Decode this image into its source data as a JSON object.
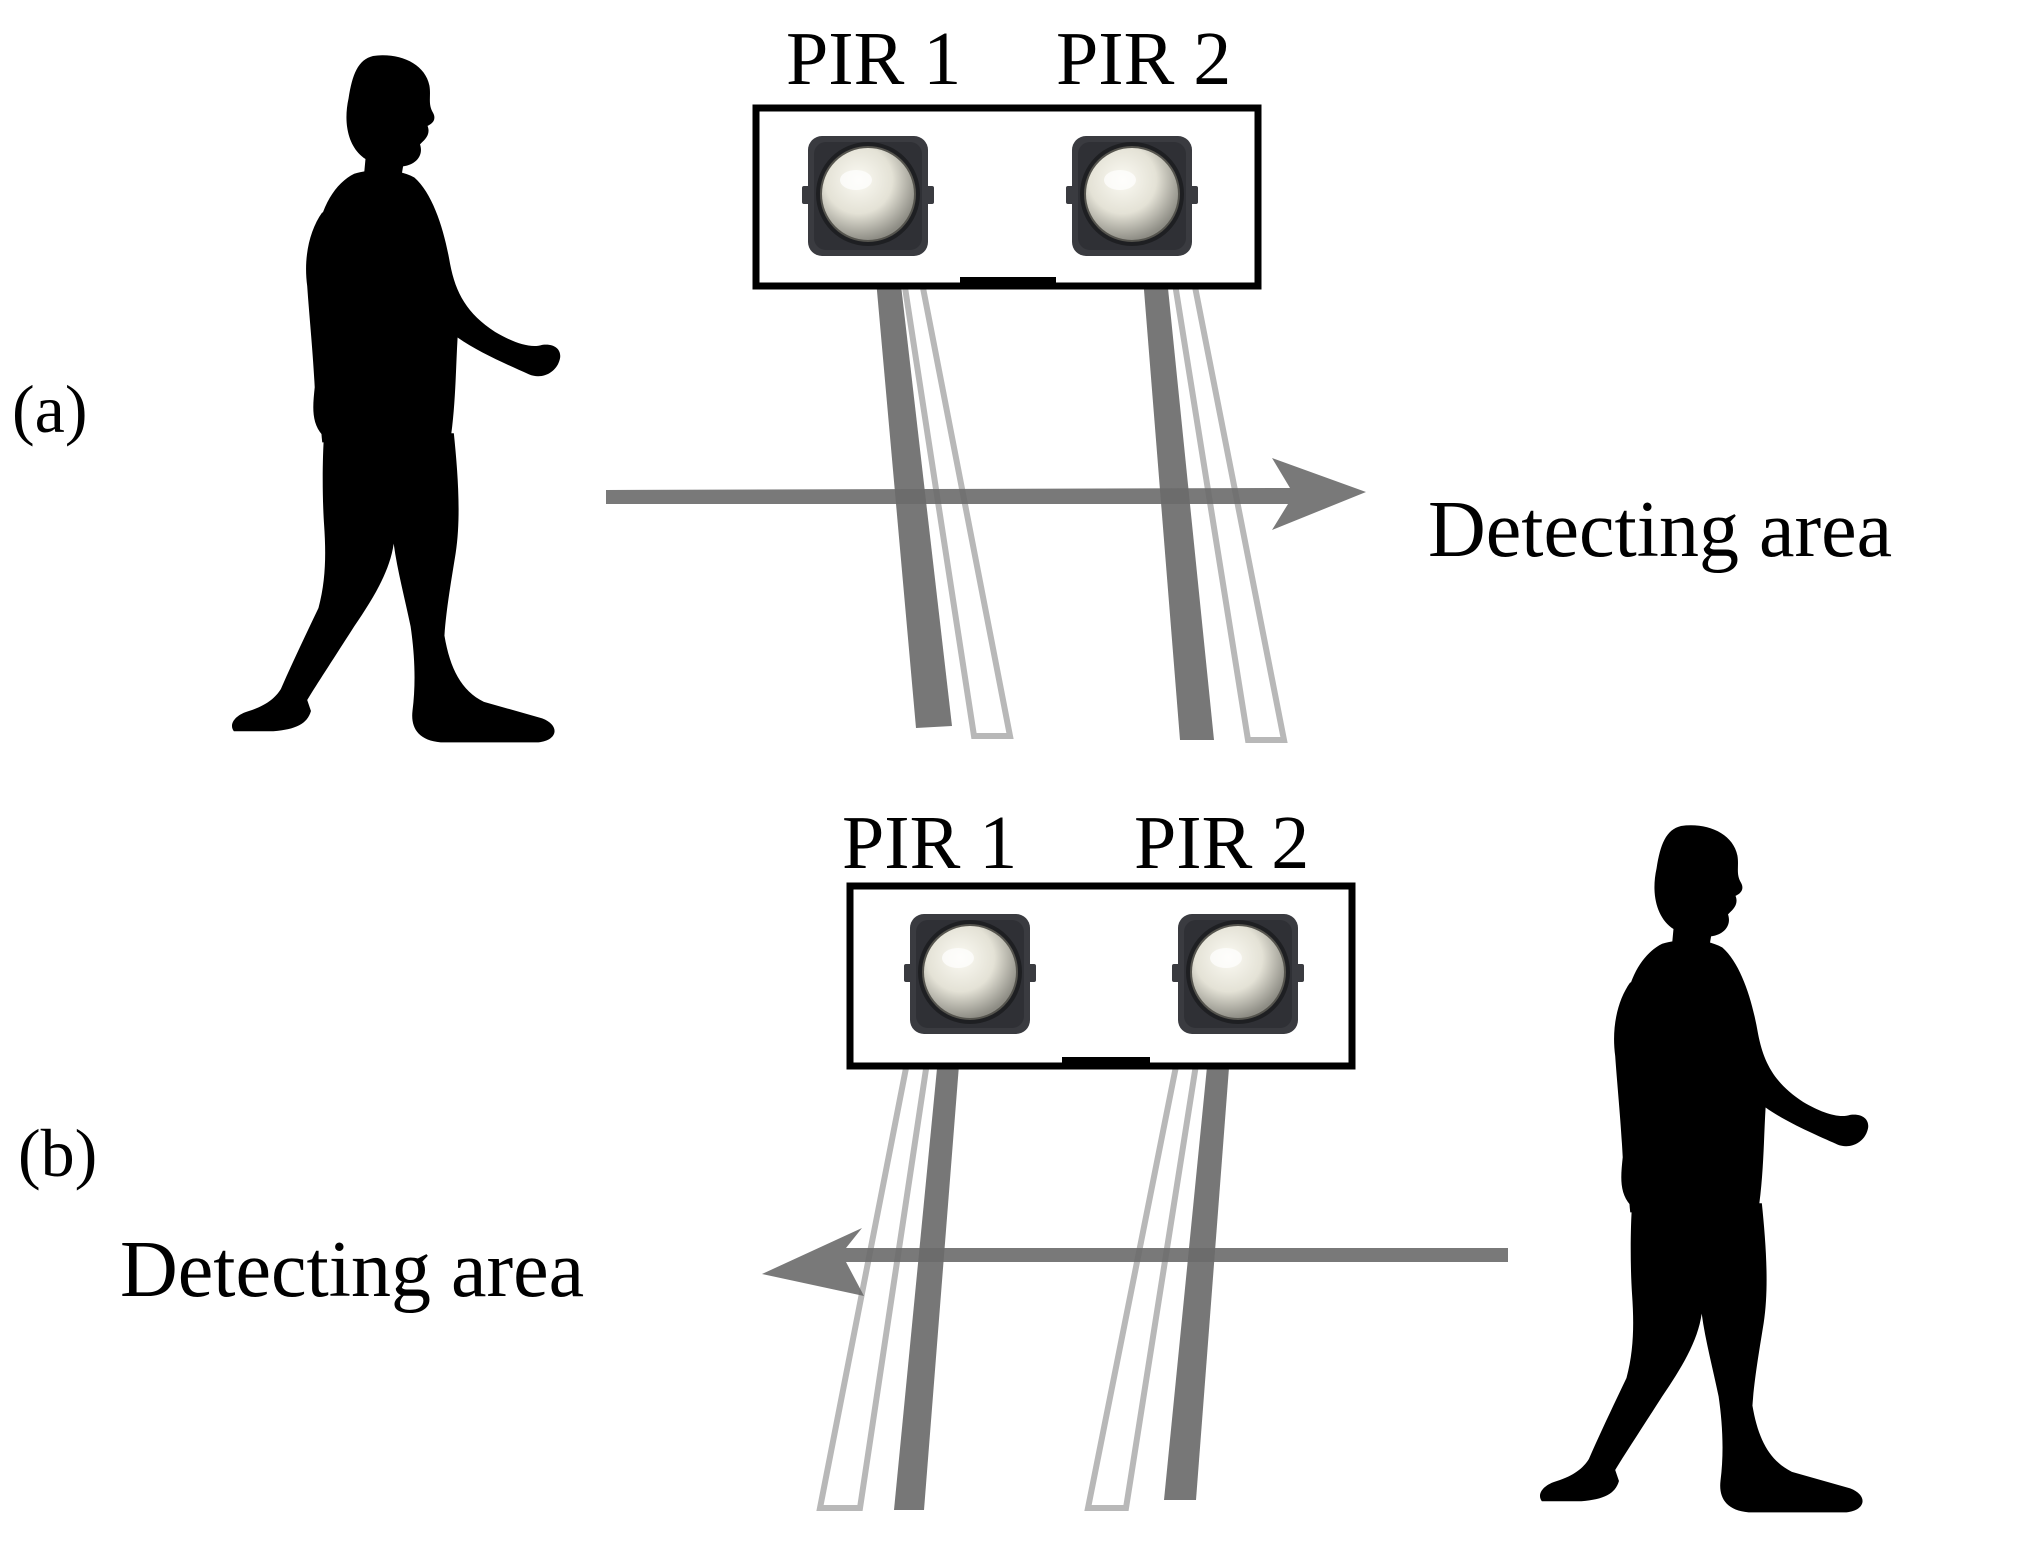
{
  "panel_a": {
    "label": "(a)",
    "sensor_1": "PIR 1",
    "sensor_2": "PIR 2",
    "area_label": "Detecting area",
    "direction": "left-to-right"
  },
  "panel_b": {
    "label": "(b)",
    "sensor_1": "PIR 1",
    "sensor_2": "PIR 2",
    "area_label": "Detecting area",
    "direction": "right-to-left"
  },
  "colors": {
    "ink": "#000000",
    "beam_dark": "#5f5f5f",
    "beam_light": "#b8b8b8",
    "arrow": "#6a6a6a",
    "sensor_housing": "#3a3b40",
    "lens": "#e9e7dc"
  },
  "icons": {
    "person": "walking-person-silhouette-icon",
    "sensor": "pir-sensor-icon"
  }
}
